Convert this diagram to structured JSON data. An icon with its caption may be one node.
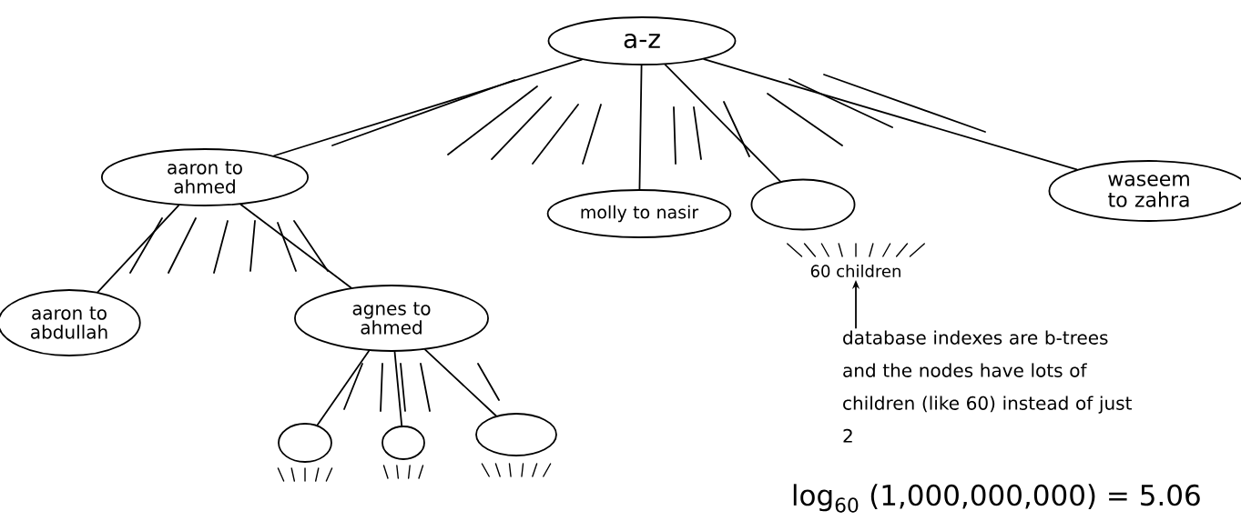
{
  "diagram": {
    "nodes": [
      {
        "text": [
          "a-z"
        ]
      },
      {
        "text": [
          "aaron to ahmed"
        ]
      },
      {
        "text": [
          "molly to nasir"
        ]
      },
      {
        "text": [],
        "shape": "circle"
      },
      {
        "text": [
          "waseem to zahra"
        ]
      },
      {
        "text": [
          "aaron to abdullah"
        ]
      },
      {
        "text": [
          "agnes to ahmed"
        ]
      },
      {
        "text": [],
        "shape": "circle"
      },
      {
        "text": [],
        "shape": "circle"
      },
      {
        "text": [],
        "shape": "circle"
      },
      {
        "text": [
          "60 children"
        ]
      },
      {
        "text": [
          "database indexes are b-trees and the nodes have lots of children (like 60) instead of just 2"
        ]
      }
    ],
    "edges": [
      {
        "from": 0,
        "to": 1,
        "arrow": "none"
      },
      {
        "from": 0,
        "to": 2,
        "arrow": "none"
      },
      {
        "from": 0,
        "to": 3,
        "arrow": "none"
      },
      {
        "from": 0,
        "to": 4,
        "arrow": "none"
      },
      {
        "from": 1,
        "to": 5,
        "arrow": "none"
      },
      {
        "from": 1,
        "to": 6,
        "arrow": "none"
      },
      {
        "from": 6,
        "to": 7,
        "arrow": "none"
      },
      {
        "from": 6,
        "to": 8,
        "arrow": "none"
      },
      {
        "from": 6,
        "to": 9,
        "arrow": "none"
      },
      {
        "from": 11,
        "to": 10,
        "arrow": "to"
      }
    ],
    "labels": [
      "log$_{60}$ (1,000,000,000) = 5.06"
    ]
  }
}
